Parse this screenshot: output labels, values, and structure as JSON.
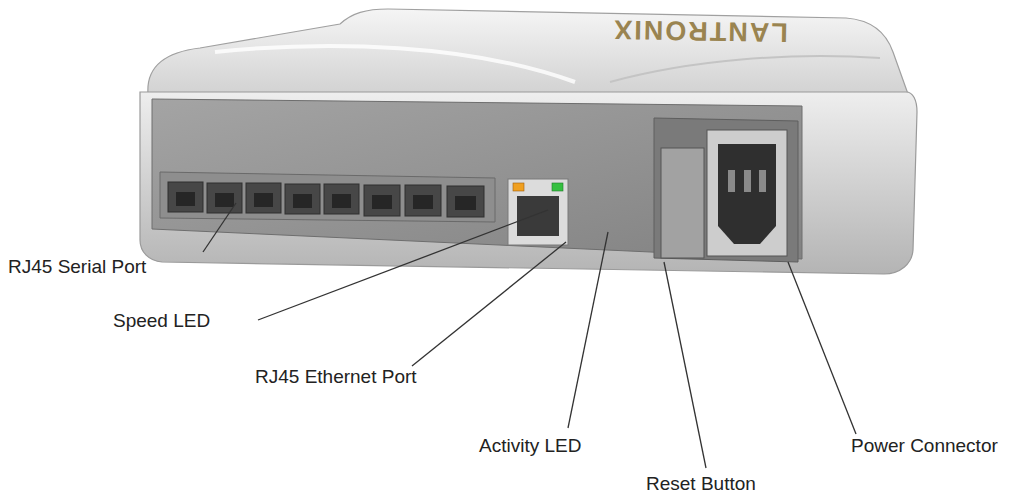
{
  "diagram": {
    "labels": [
      "LANTRONIX",
      "RJ45 Serial Port",
      "Speed LED",
      "RJ45 Ethernet Port",
      "Activity LED",
      "Reset Button",
      "Power Connector"
    ]
  }
}
